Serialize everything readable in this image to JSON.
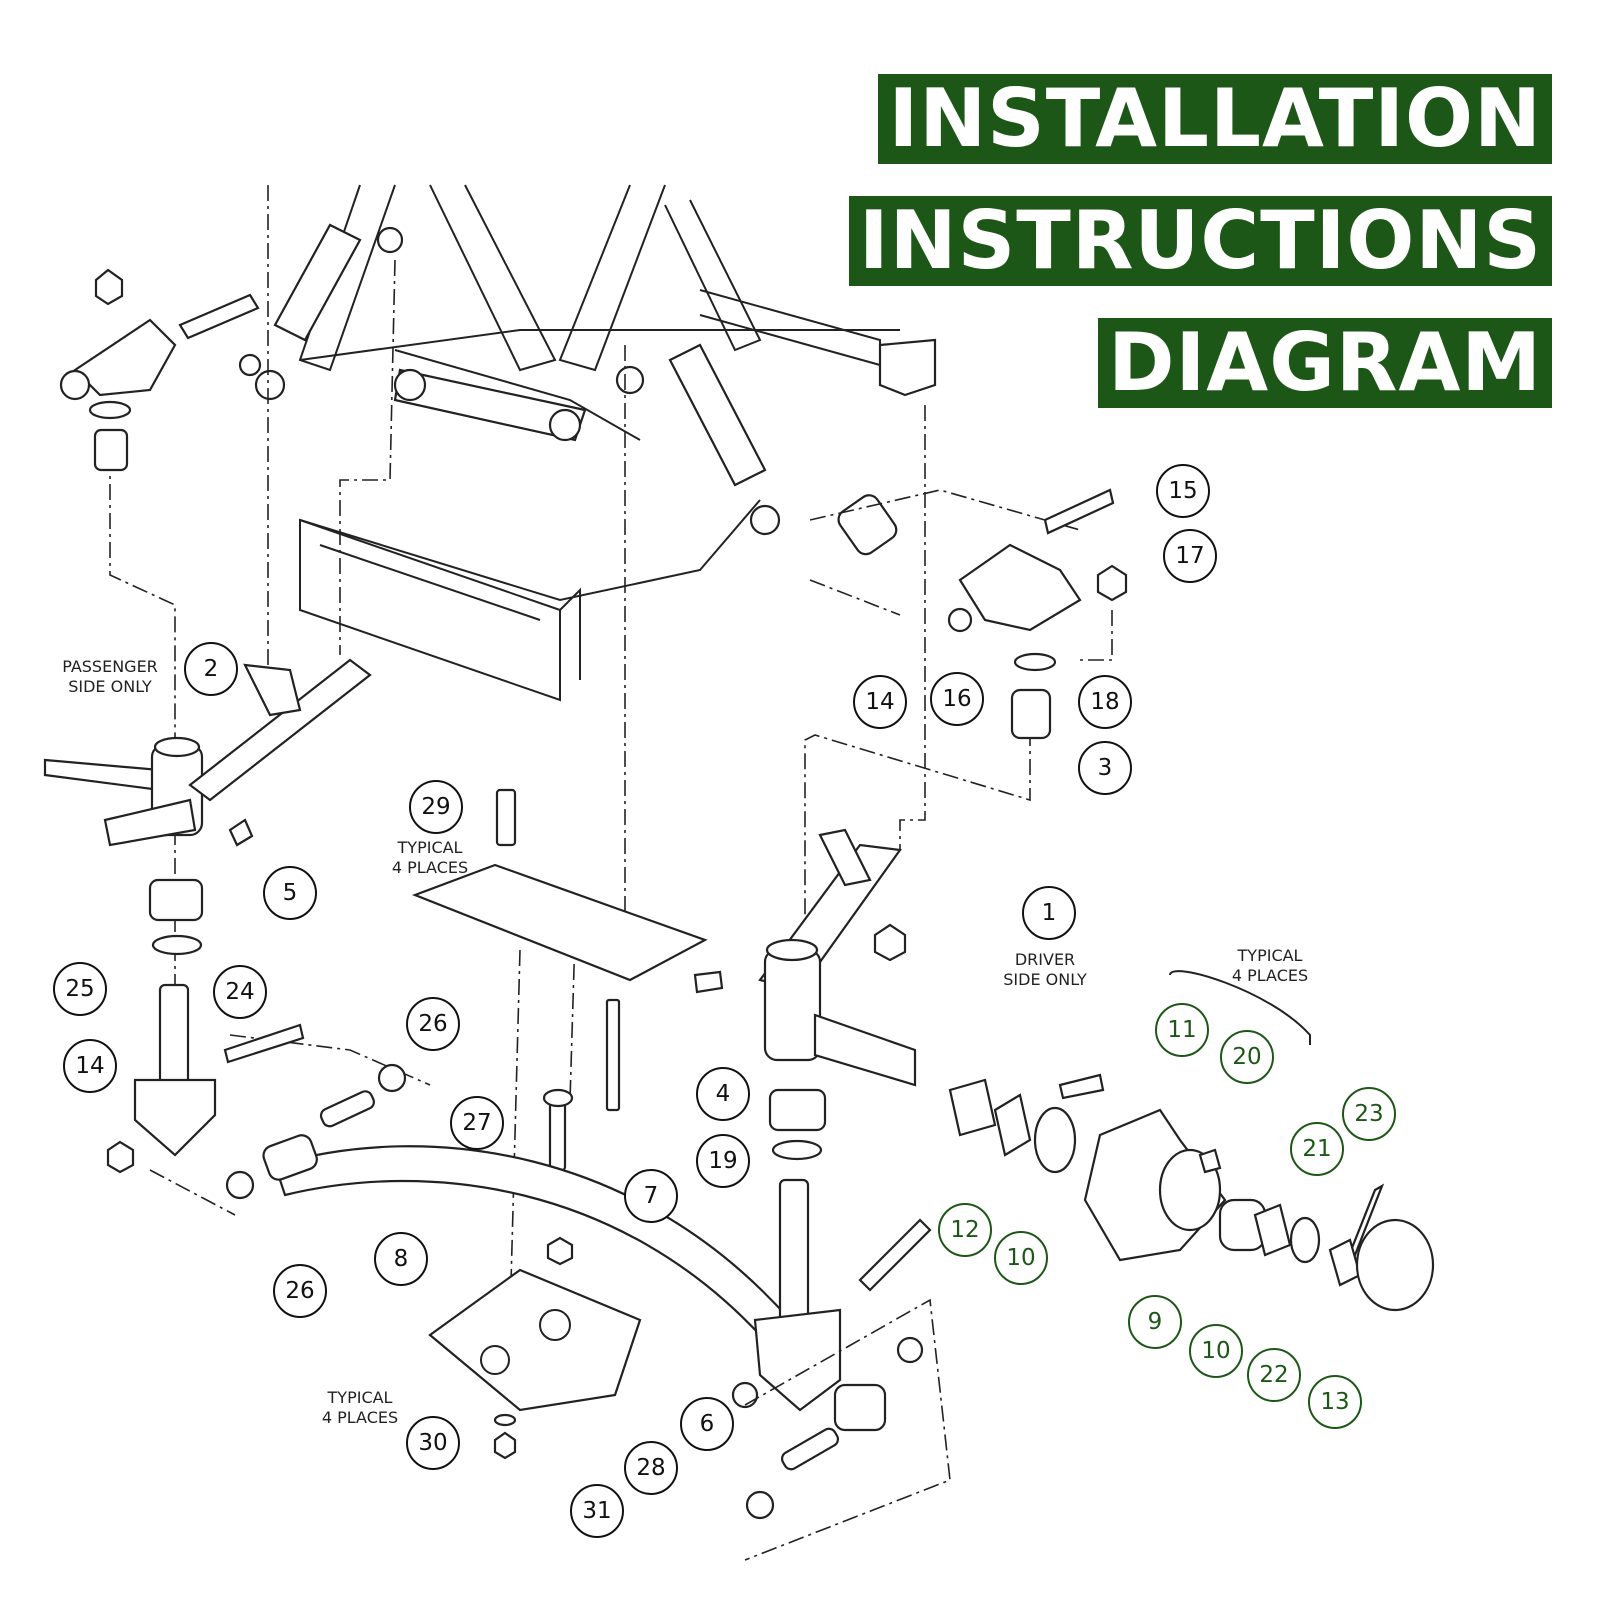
{
  "banner": {
    "line1": "INSTALLATION",
    "line2": "INSTRUCTIONS",
    "line3": "DIAGRAM",
    "background_color": "#1d5717",
    "text_color": "#ffffff"
  },
  "notes": {
    "passenger_line1": "PASSENGER",
    "passenger_line2": "SIDE ONLY",
    "driver_line1": "DRIVER",
    "driver_line2": "SIDE ONLY",
    "typical_a1": "TYPICAL",
    "typical_a2": "4 PLACES",
    "typical_b1": "TYPICAL",
    "typical_b2": "4 PLACES",
    "typical_c1": "TYPICAL",
    "typical_c2": "4 PLACES"
  },
  "part_numbers": {
    "p15": "15",
    "p17": "17",
    "p14a": "14",
    "p16": "16",
    "p18": "18",
    "p3": "3",
    "p2": "2",
    "p5": "5",
    "p29": "29",
    "p1": "1",
    "p25": "25",
    "p24": "24",
    "p26a": "26",
    "p14b": "14",
    "p27": "27",
    "p4": "4",
    "p19": "19",
    "p7": "7",
    "p26b": "26",
    "p8": "8",
    "p6": "6",
    "p30": "30",
    "p28": "28",
    "p31": "31",
    "p11": "11",
    "p20": "20",
    "p23": "23",
    "p21": "21",
    "p12": "12",
    "p10a": "10",
    "p9": "9",
    "p10b": "10",
    "p22": "22",
    "p13": "13"
  },
  "hub_highlight_color": "#1d5717"
}
